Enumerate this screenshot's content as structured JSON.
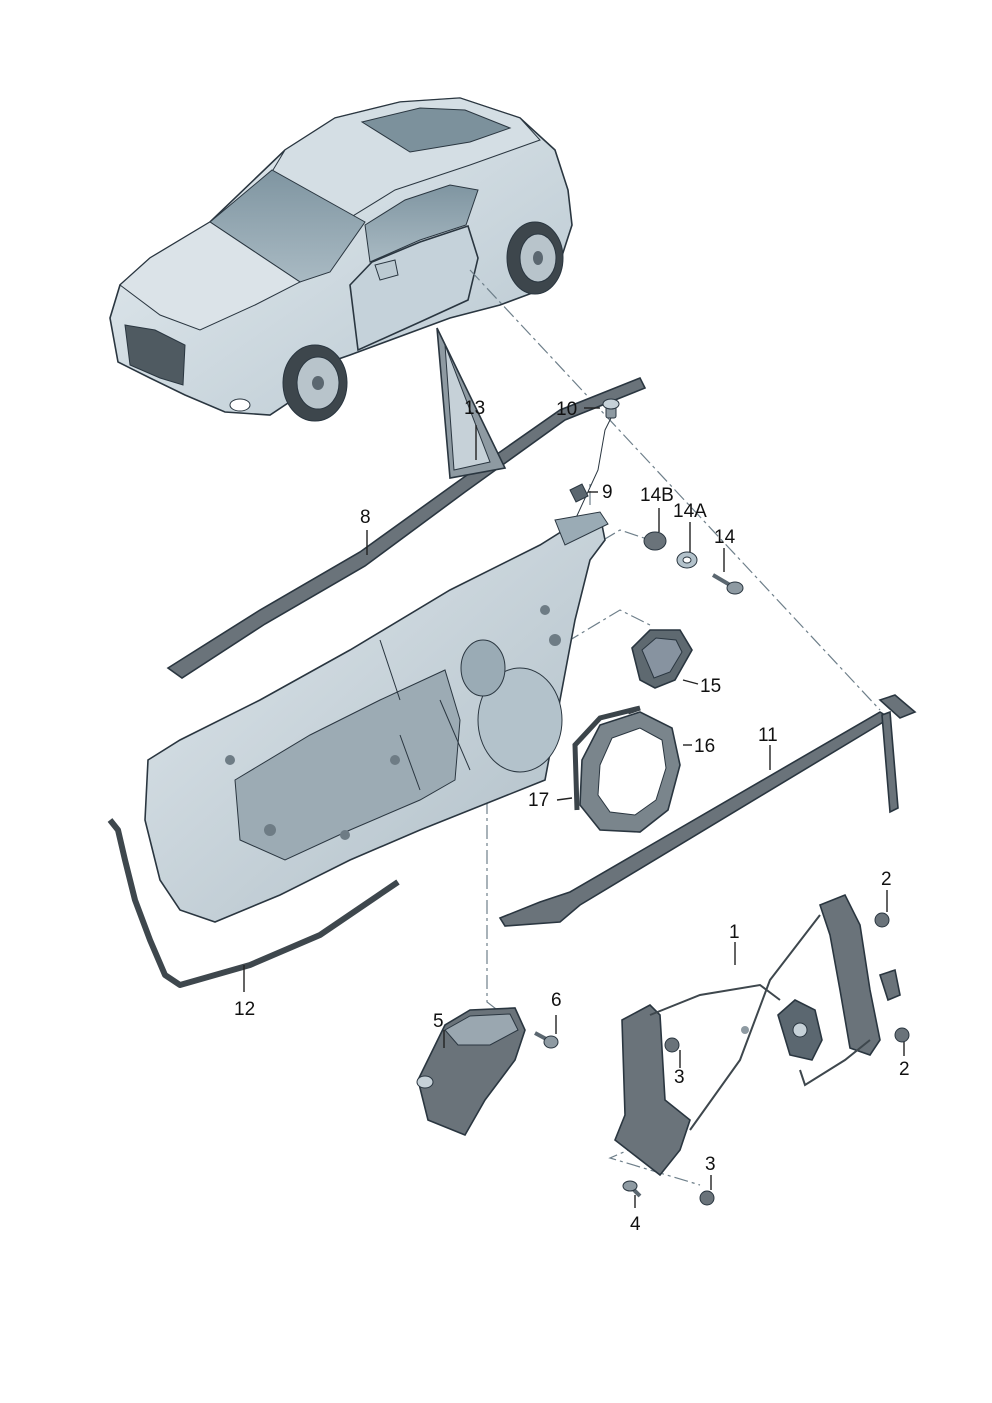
{
  "colors": {
    "part_fill": "#c9d6de",
    "part_dark": "#5b6770",
    "seal_fill": "#6a737a",
    "glass": "#8fa3ae",
    "outline": "#2a3640"
  },
  "labels": {
    "p1": "1",
    "p2a": "2",
    "p2b": "2",
    "p3a": "3",
    "p3b": "3",
    "p4": "4",
    "p5": "5",
    "p6": "6",
    "p8": "8",
    "p9": "9",
    "p10": "10",
    "p11": "11",
    "p12": "12",
    "p13": "13",
    "p14": "14",
    "p14a": "14A",
    "p14b": "14B",
    "p15": "15",
    "p16": "16",
    "p17": "17"
  }
}
